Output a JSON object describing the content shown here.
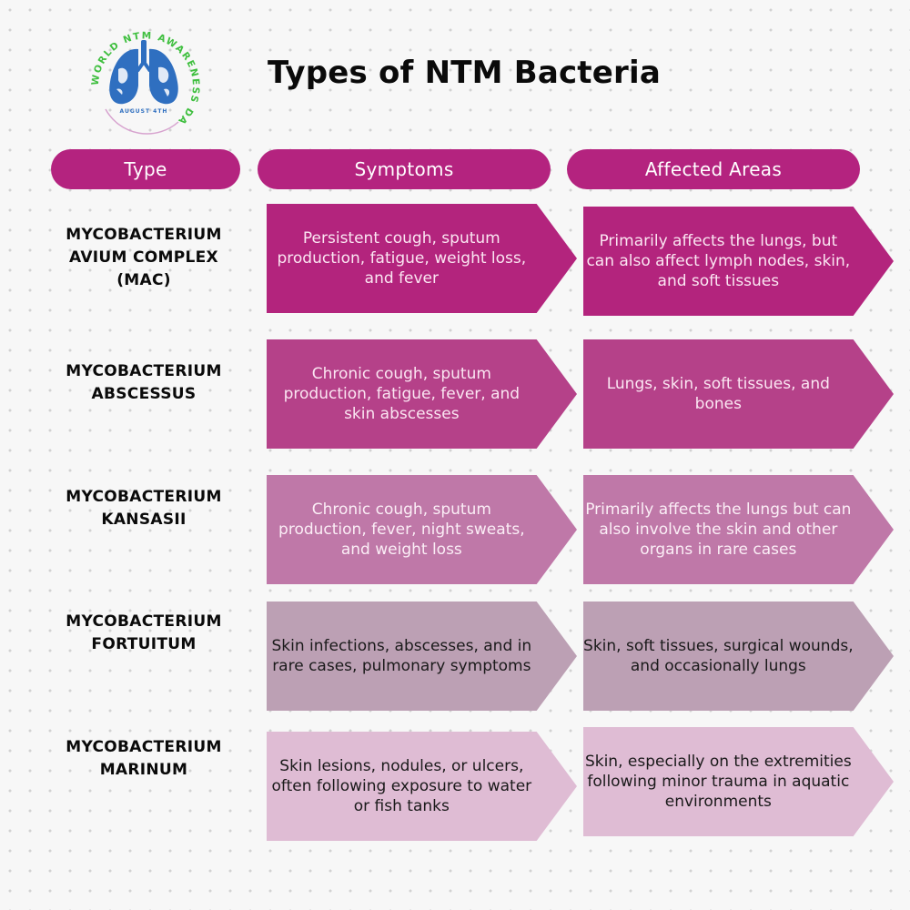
{
  "title": "Types of NTM Bacteria",
  "logo": {
    "arc_text": "WORLD NTM AWARENESS DAY",
    "date_text": "AUGUST 4TH",
    "icon": "lungs-globe-icon"
  },
  "headers": {
    "type": "Type",
    "symptoms": "Symptoms",
    "affected": "Affected Areas"
  },
  "colors": {
    "header": "#b4237f",
    "row1": "#b3247d",
    "row2": "#b54189",
    "row3": "#bf78a8",
    "row4": "#bca0b4",
    "row5": "#dfbcd4",
    "logo_green": "#3fbf3f",
    "logo_blue": "#2f6fc0"
  },
  "rows": [
    {
      "type": "MYCOBACTERIUM AVIUM COMPLEX (MAC)",
      "symptoms": "Persistent cough, sputum production, fatigue, weight loss, and fever",
      "affected": "Primarily affects the lungs, but can also affect lymph nodes, skin, and soft tissues"
    },
    {
      "type": "MYCOBACTERIUM ABSCESSUS",
      "symptoms": "Chronic cough, sputum production, fatigue, fever, and skin abscesses",
      "affected": "Lungs, skin, soft tissues, and bones"
    },
    {
      "type": "MYCOBACTERIUM KANSASII",
      "symptoms": "Chronic cough, sputum production, fever, night sweats, and weight loss",
      "affected": "Primarily affects the lungs but can also involve the skin and other organs in rare cases"
    },
    {
      "type": "MYCOBACTERIUM FORTUITUM",
      "symptoms": "Skin infections, abscesses, and in rare cases, pulmonary symptoms",
      "affected": "Skin, soft tissues, surgical wounds, and occasionally lungs"
    },
    {
      "type": "MYCOBACTERIUM MARINUM",
      "symptoms": "Skin lesions, nodules, or ulcers, often following exposure to water or fish tanks",
      "affected": "Skin, especially on the extremities following minor trauma in aquatic environments"
    }
  ]
}
